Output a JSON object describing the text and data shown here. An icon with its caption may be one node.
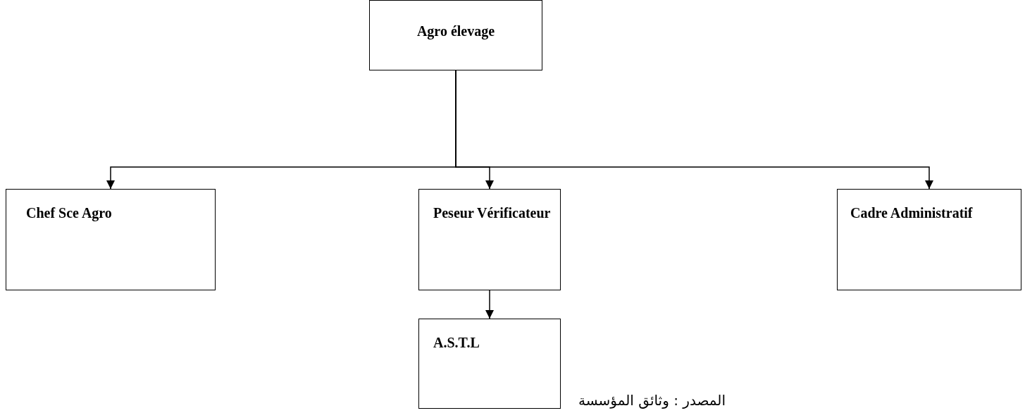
{
  "diagram": {
    "nodes": [
      {
        "text": [
          "Agro élevage"
        ]
      },
      {
        "text": [
          "Chef Sce Agro"
        ]
      },
      {
        "text": [
          "Peseur Vérificateur"
        ]
      },
      {
        "text": [
          "Cadre Administratif"
        ]
      },
      {
        "text": [
          "A.S.T.L"
        ]
      }
    ],
    "edges": [
      {
        "from": 0,
        "to": 1,
        "arrow": "to"
      },
      {
        "from": 0,
        "to": 2,
        "arrow": "to"
      },
      {
        "from": 0,
        "to": 3,
        "arrow": "to"
      },
      {
        "from": 2,
        "to": 4,
        "arrow": "to"
      }
    ],
    "labels": [
      "المصدر : وثائق المؤسسة"
    ]
  }
}
